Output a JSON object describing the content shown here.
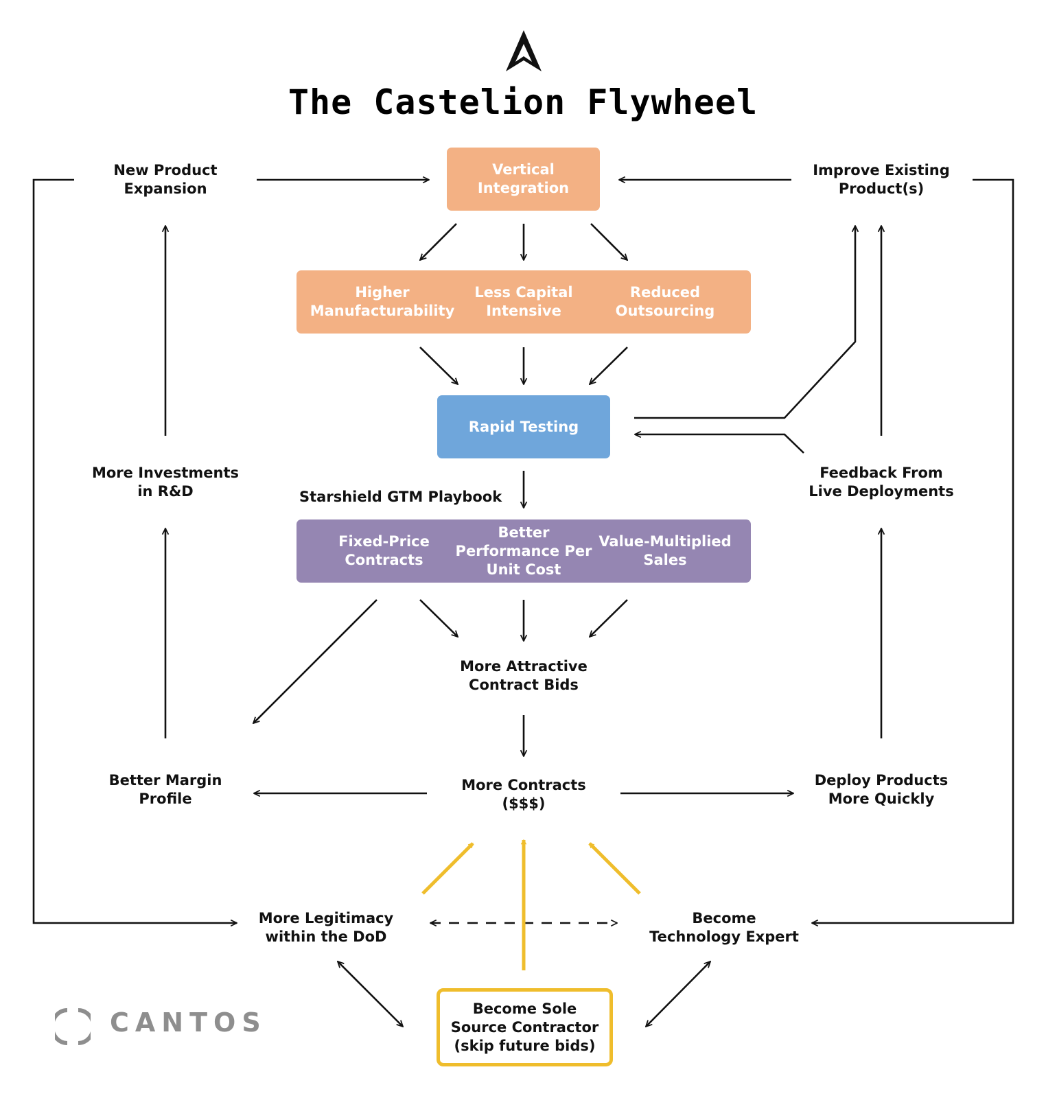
{
  "title": "The Castelion Flywheel",
  "nodes": {
    "vertical_integration": "Vertical\nIntegration",
    "higher_manufacturability": "Higher\nManufacturability",
    "less_capital_intensive": "Less Capital\nIntensive",
    "reduced_outsourcing": "Reduced\nOutsourcing",
    "rapid_testing": "Rapid Testing",
    "playbook_label": "Starshield GTM Playbook",
    "fixed_price_contracts": "Fixed-Price\nContracts",
    "better_performance": "Better\nPerformance Per\nUnit Cost",
    "value_multiplied_sales": "Value-Multiplied\nSales",
    "more_attractive_bids": "More Attractive\nContract Bids",
    "more_contracts": "More Contracts\n($$$)",
    "new_product_expansion": "New Product\nExpansion",
    "improve_existing_products": "Improve Existing\nProduct(s)",
    "more_investments_rd": "More Investments\nin R&D",
    "feedback_live_deployments": "Feedback From\nLive Deployments",
    "better_margin_profile": "Better Margin\nProfile",
    "deploy_products_quickly": "Deploy Products\nMore Quickly",
    "more_legitimacy_dod": "More Legitimacy\nwithin the DoD",
    "become_technology_expert": "Become\nTechnology Expert",
    "become_sole_source": "Become Sole\nSource Contractor\n(skip future bids)"
  },
  "brand": {
    "wordmark": "CANTOS"
  },
  "icons": {
    "logo": "castelion-logo-icon",
    "brand_mark": "cantos-ring-icon"
  },
  "colors": {
    "orange": "#f3b184",
    "blue": "#6fa6db",
    "purple": "#9586b2",
    "yellow": "#efbd2c",
    "line": "#111111"
  }
}
